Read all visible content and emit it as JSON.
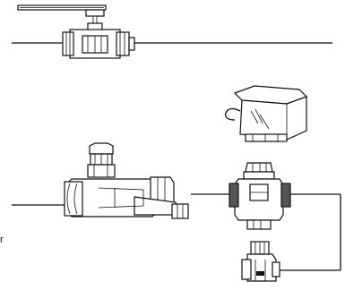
{
  "diagram": {
    "components": [
      {
        "name": "ball-valve-lever-handle"
      },
      {
        "name": "balancing-valve"
      },
      {
        "name": "thermostatic-actuator-head"
      },
      {
        "name": "three-way-zone-valve"
      },
      {
        "name": "small-valve-fitting"
      }
    ],
    "stray_text": "r"
  }
}
